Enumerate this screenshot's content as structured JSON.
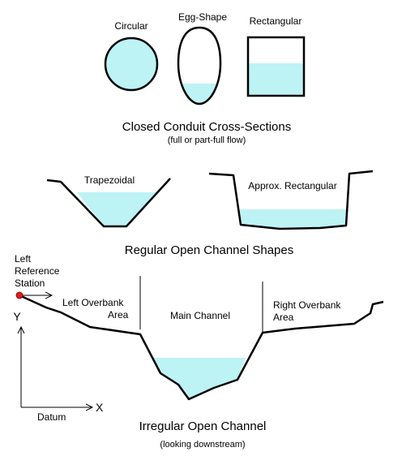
{
  "water_color": "#bdf3f5",
  "closed_conduits": {
    "circular_label": "Circular",
    "egg_label": "Egg-Shape",
    "rect_label": "Rectangular",
    "caption": "Closed Conduit Cross-Sections",
    "subcaption": "(full or part-full flow)"
  },
  "regular_open": {
    "trapezoidal_label": "Trapezoidal",
    "approx_rect_label": "Approx. Rectangular",
    "caption": "Regular Open Channel Shapes"
  },
  "irregular_open": {
    "left_ref_line1": "Left",
    "left_ref_line2": "Reference",
    "left_ref_line3": "Station",
    "left_overbank_line1": "Left Overbank",
    "left_overbank_line2": "Area",
    "main_channel": "Main Channel",
    "right_overbank_line1": "Right Overbank",
    "right_overbank_line2": "Area",
    "y_axis": "Y",
    "x_axis": "X",
    "datum": "Datum",
    "caption": "Irregular Open Channel",
    "subcaption": "(looking downstream)"
  }
}
